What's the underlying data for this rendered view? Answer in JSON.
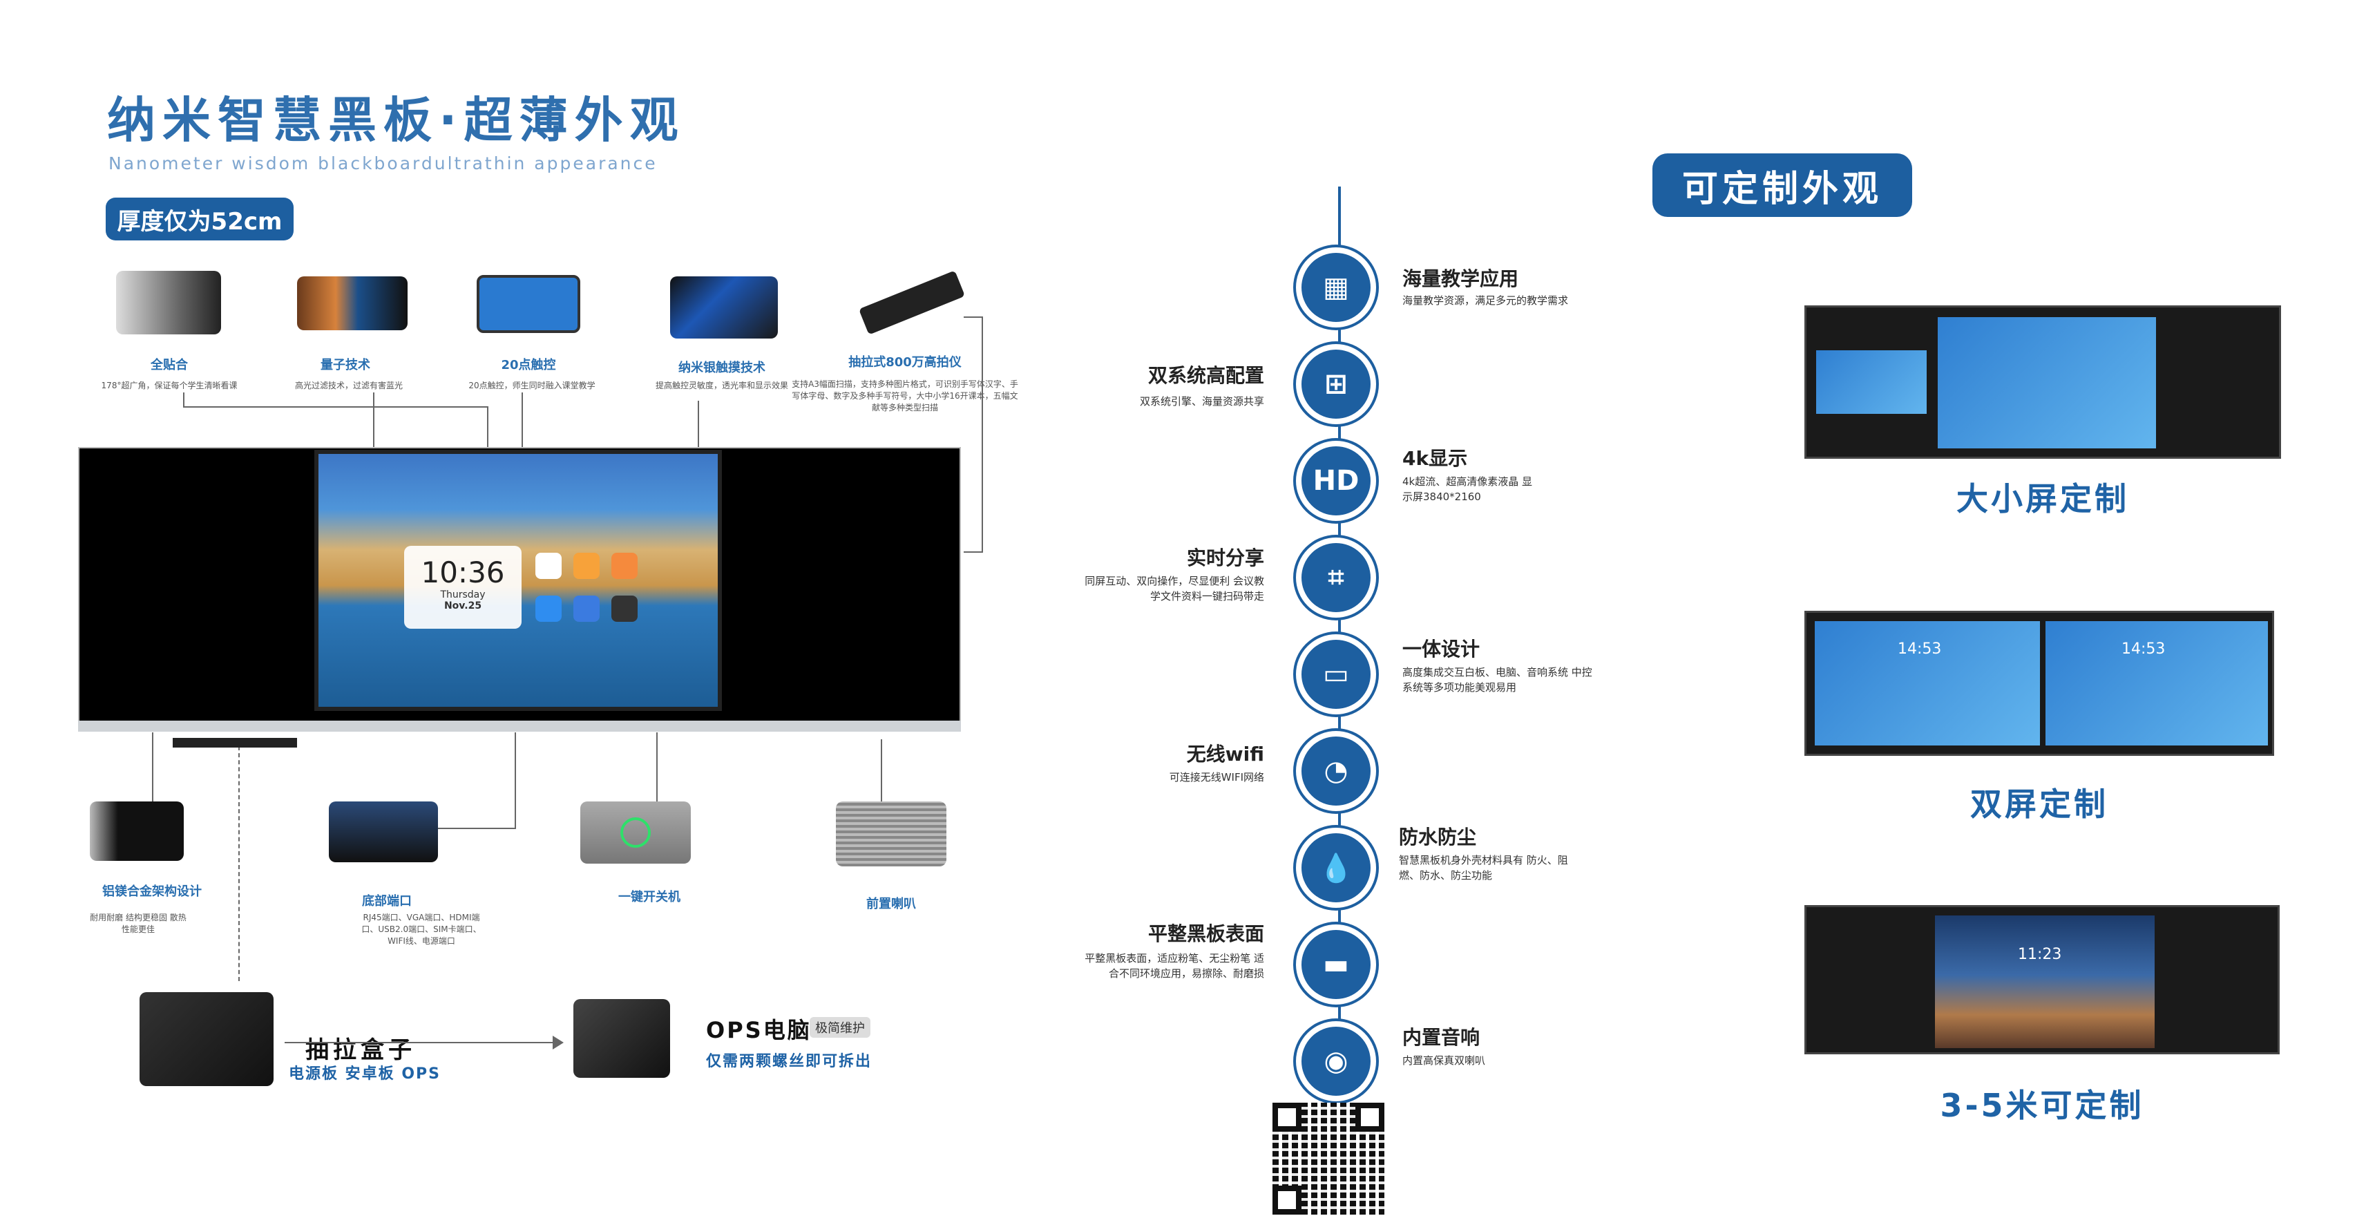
{
  "header": {
    "title": "纳米智慧黑板·超薄外观",
    "subtitle": "Nanometer wisdom blackboardultrathin appearance",
    "thickness_badge": "厚度仅为52cm"
  },
  "top_features": [
    {
      "label": "全贴合",
      "desc": "178°超广角，保证每个学生清晰看课"
    },
    {
      "label": "量子技术",
      "desc": "高光过滤技术，过滤有害蓝光"
    },
    {
      "label": "20点触控",
      "desc": "20点触控，师生同时融入课堂教学"
    },
    {
      "label": "纳米银触摸技术",
      "desc": "提高触控灵敏度，透光率和显示效果"
    },
    {
      "label": "抽拉式800万高拍仪",
      "desc": "支持A3幅面扫描，支持多种图片格式，可识别手写体汉字、手写体字母、数字及多种手写符号，大中小学16开课本，五幅文献等多种类型扫描"
    }
  ],
  "screen": {
    "time": "10:36",
    "day": "Thursday",
    "date": "Nov.25"
  },
  "bottom_features": [
    {
      "label": "铝镁合金架构设计",
      "desc": "耐用耐磨 结构更稳固 散热性能更佳"
    },
    {
      "label": "底部端口",
      "desc": "RJ45端口、VGA端口、HDMI端口、USB2.0端口、SIM卡端口、WIFI线、电源端口"
    },
    {
      "label": "一键开关机",
      "desc": ""
    },
    {
      "label": "前置喇叭",
      "desc": ""
    }
  ],
  "drawer": {
    "title": "抽拉盒子",
    "desc": "电源板  安卓板  OPS"
  },
  "ops": {
    "title": "OPS电脑",
    "tag": "极简维护",
    "desc": "仅需两颗螺丝即可拆出"
  },
  "center_features": [
    {
      "side": "right",
      "title": "海量教学应用",
      "desc": "海量教学资源，满足多元的教学需求",
      "icon": "apps-icon"
    },
    {
      "side": "left",
      "title": "双系统高配置",
      "desc": "双系统引擎、海量资源共享",
      "icon": "dual-os-icon"
    },
    {
      "side": "right",
      "title": "4k显示",
      "desc": "4k超流、超高清像素液晶 显示屏3840*2160",
      "icon": "hd-icon"
    },
    {
      "side": "left",
      "title": "实时分享",
      "desc": "同屏互动、双向操作，尽显便利 会议教学文件资料一键扫码带走",
      "icon": "qr-icon"
    },
    {
      "side": "right",
      "title": "一体设计",
      "desc": "高度集成交互白板、电脑、音响系统 中控系统等多项功能美观易用",
      "icon": "board-icon"
    },
    {
      "side": "left",
      "title": "无线wifi",
      "desc": "可连接无线WIFI网络",
      "icon": "wifi-icon"
    },
    {
      "side": "right",
      "title": "防水防尘",
      "desc": "智慧黑板机身外壳材料具有 防火、阻燃、防水、防尘功能",
      "icon": "water-icon"
    },
    {
      "side": "left",
      "title": "平整黑板表面",
      "desc": "平整黑板表面，适应粉笔、无尘粉笔 适合不同环境应用，易擦除、耐磨损",
      "icon": "surface-icon"
    },
    {
      "side": "right",
      "title": "内置音响",
      "desc": "内置高保真双喇叭",
      "icon": "speaker-icon"
    }
  ],
  "custom": {
    "badge": "可定制外观",
    "options": [
      {
        "label": "大小屏定制"
      },
      {
        "label": "双屏定制",
        "time": "14:53"
      },
      {
        "label": "3-5米可定制",
        "time": "11:23"
      }
    ]
  },
  "colors": {
    "brand": "#1d5fa0",
    "title": "#2f6fae"
  }
}
